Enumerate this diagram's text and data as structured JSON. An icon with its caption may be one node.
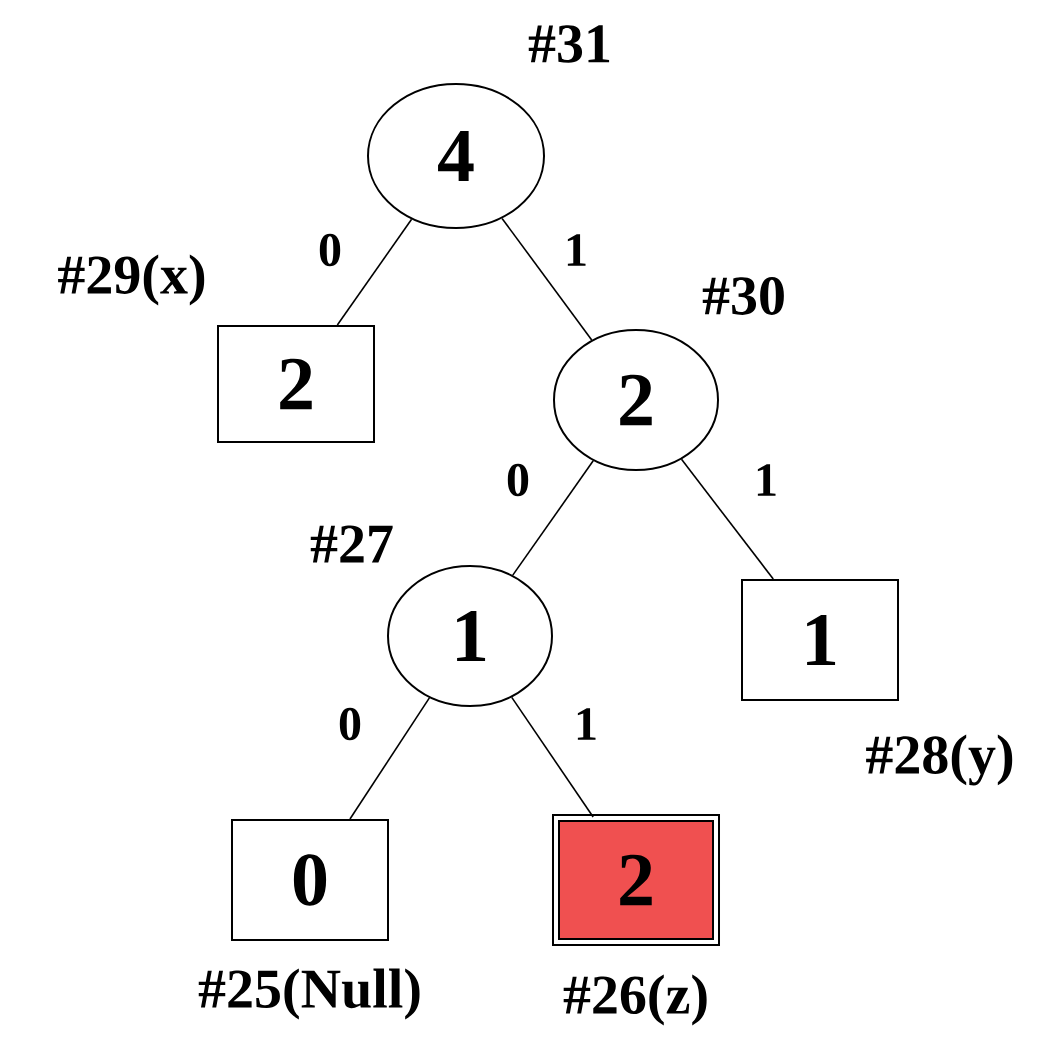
{
  "diagram": {
    "nodes": [
      {
        "text": [
          "4"
        ],
        "beside": [
          "#31"
        ]
      },
      {
        "text": [
          "2"
        ],
        "beside": [
          "#29(x)"
        ]
      },
      {
        "text": [
          "2"
        ],
        "beside": [
          "#30"
        ]
      },
      {
        "text": [
          "1"
        ],
        "beside": [
          "#27"
        ]
      },
      {
        "text": [
          "1"
        ],
        "beside": [
          "#28(y)"
        ]
      },
      {
        "text": [
          "0"
        ],
        "beside": [
          "#25(Null)"
        ]
      },
      {
        "text": [
          "2"
        ],
        "beside": [
          "#26(z)"
        ]
      }
    ],
    "edges": [
      {
        "from": 0,
        "to": 1,
        "arrow": "none",
        "label": "0"
      },
      {
        "from": 0,
        "to": 2,
        "arrow": "none",
        "label": "1"
      },
      {
        "from": 2,
        "to": 3,
        "arrow": "none",
        "label": "0"
      },
      {
        "from": 2,
        "to": 4,
        "arrow": "none",
        "label": "1"
      },
      {
        "from": 3,
        "to": 5,
        "arrow": "none",
        "label": "0"
      },
      {
        "from": 3,
        "to": 6,
        "arrow": "none",
        "label": "1"
      }
    ]
  }
}
